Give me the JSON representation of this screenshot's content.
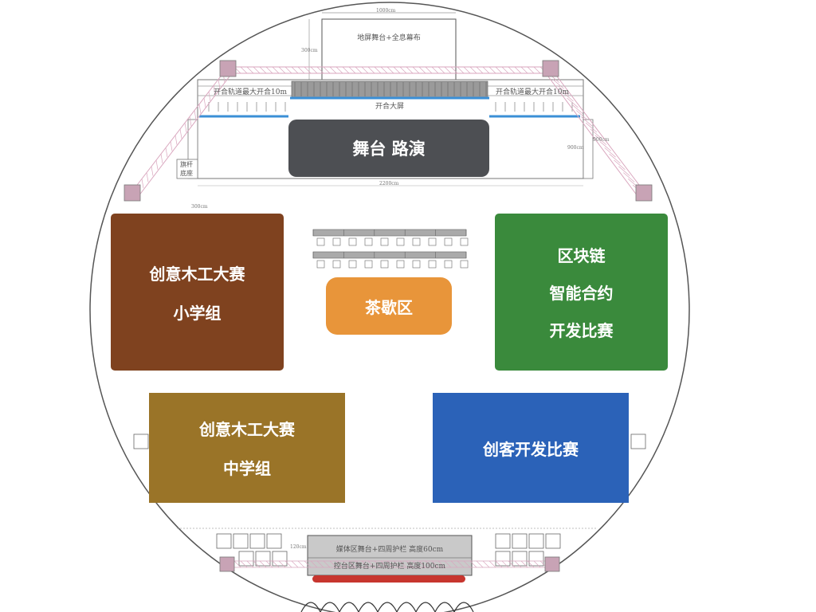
{
  "colors": {
    "stage": "#4d4f53",
    "tea": "#e8953a",
    "wood_primary": "#7f421f",
    "wood_middle": "#9a7428",
    "blockchain": "#3a8a3c",
    "maker": "#2b62b8",
    "truss": "#d9a6be",
    "screen_blue": "#3b8fd6",
    "media_bar": "#c7352e"
  },
  "stage_area": {
    "main_label": "舞台 路演",
    "backdrop_label": "地屏舞台+全息幕布",
    "screen_label": "开合大屏",
    "rail_left_label": "开合轨道最大开合10m",
    "rail_right_label": "开合轨道最大开合10m",
    "flag_base_label_1": "旗杆",
    "flag_base_label_2": "底座"
  },
  "dimensions": {
    "backdrop_width": "1000cm",
    "backdrop_height": "300cm",
    "stage_width": "2200cm",
    "stage_depth": "900cm",
    "side_height": "900cm",
    "left_offset": "300cm",
    "media_height": "120cm"
  },
  "zones": {
    "tea": {
      "label": "茶歇区"
    },
    "wood_primary": {
      "line1": "创意木工大赛",
      "line2": "小学组"
    },
    "wood_middle": {
      "line1": "创意木工大赛",
      "line2": "中学组"
    },
    "blockchain": {
      "line1": "区块链",
      "line2": "智能合约",
      "line3": "开发比赛"
    },
    "maker": {
      "label": "创客开发比赛"
    }
  },
  "media_area": {
    "line1": "媒体区舞台+四周护栏 高度60cm",
    "line2": "控台区舞台+四周护栏 高度100cm"
  }
}
